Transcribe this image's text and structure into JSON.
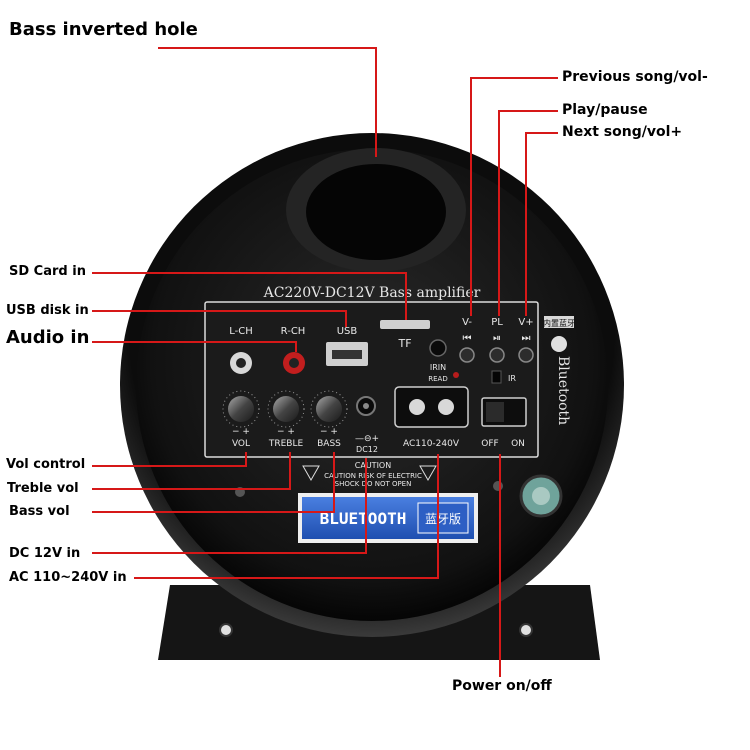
{
  "colors": {
    "leader_line": "#d61818",
    "housing": "#141414",
    "panel": "#1b1b1b",
    "panel_text": "#e6e6e6",
    "badge_blue": "#2d5fc4"
  },
  "callouts": {
    "bass_inverted_hole": "Bass inverted hole",
    "previous_song": "Previous song/vol-",
    "play_pause": "Play/pause",
    "next_song": "Next song/vol+",
    "sd_card_in": "SD Card in",
    "usb_disk_in": "USB disk in",
    "audio_in": "Audio in",
    "vol_control": "Vol control",
    "treble_vol": "Treble vol",
    "bass_vol": "Bass vol",
    "dc12v_in": "DC 12V in",
    "ac_in": "AC 110~240V in",
    "power_onoff": "Power on/off"
  },
  "panel": {
    "header": "AC220V-DC12V Bass amplifier",
    "lch": "L-CH",
    "rch": "R-CH",
    "usb": "USB",
    "tf": "TF",
    "vminus": "V-",
    "pl": "PL",
    "vplus": "V+",
    "prev_glyph": "⏮",
    "play_glyph": "⏯",
    "next_glyph": "⏭",
    "irin": "IRIN",
    "read": "READ",
    "ir": "IR",
    "vol": "VOL",
    "treble": "TREBLE",
    "bass": "BASS",
    "dc12": "DC12",
    "dc_symbol": "—⊖+",
    "ac_rating": "AC110-240V",
    "off": "OFF",
    "on": "ON",
    "caution_title": "CAUTION",
    "caution_line1": "CAUTION RISK OF ELECTRIC",
    "caution_line2": "SHOCK DO NOT OPEN",
    "plus_minus": "−  +",
    "bluetooth_vertical": "Bluetooth",
    "inner_tag": "内置蓝牙",
    "bt_icon": "ʙ"
  },
  "badge": {
    "text": "BLUETOOTH",
    "cn_text": "蓝牙版"
  }
}
